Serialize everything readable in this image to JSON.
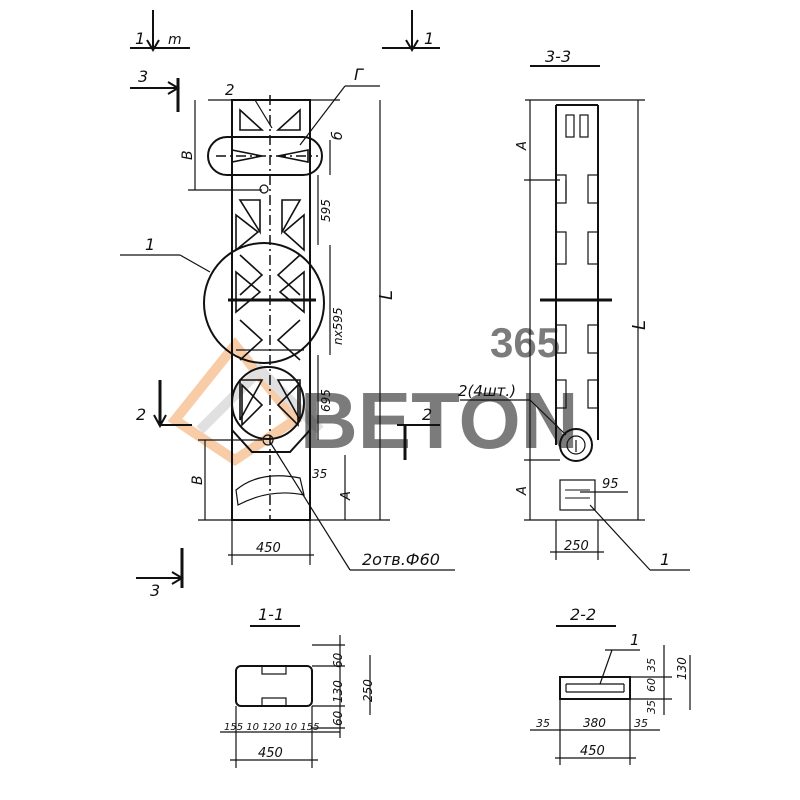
{
  "main_view": {
    "cut_1_label_top_left": "1",
    "cut_1_suffix": "m",
    "cut_1_label_top_right": "1",
    "cut_3_label_top": "3",
    "cut_3_label_bottom": "3",
    "cut_2_label_left": "2",
    "cut_2_label_right": "2",
    "callout_2": "2",
    "callout_G": "Г",
    "callout_1": "1",
    "dim_B_top": "В",
    "dim_B_bottom": "В",
    "dim_b": "б",
    "dim_595_top": "595",
    "dim_nx595": "nx595",
    "dim_695": "695",
    "dim_35": "35",
    "dim_A": "А",
    "dim_L": "L",
    "dim_450": "450",
    "hole_note": "2отв.Ф60"
  },
  "section_3_3": {
    "title": "3-3",
    "dim_A_top": "А",
    "dim_A_bottom": "А",
    "dim_L": "L",
    "callout_2": "2(4шт.)",
    "dim_95": "95",
    "dim_250": "250",
    "callout_1": "1"
  },
  "section_1_1": {
    "title": "1-1",
    "dim_60_top": "60",
    "dim_130": "130",
    "dim_60_bottom": "60",
    "dim_250": "250",
    "bottom_dims": "155 10 120 10 155",
    "dim_450": "450"
  },
  "section_2_2": {
    "title": "2-2",
    "callout_1": "1",
    "dim_35_top": "35",
    "dim_60": "60",
    "dim_35_bottom": "35",
    "dim_130": "130",
    "dim_35_left": "35",
    "dim_380": "380",
    "dim_35_right": "35",
    "dim_450": "450"
  },
  "watermark": {
    "number": "365",
    "brand": "BETON",
    "accent_color": "#f4a460",
    "gray_color": "#c8c8c8"
  }
}
